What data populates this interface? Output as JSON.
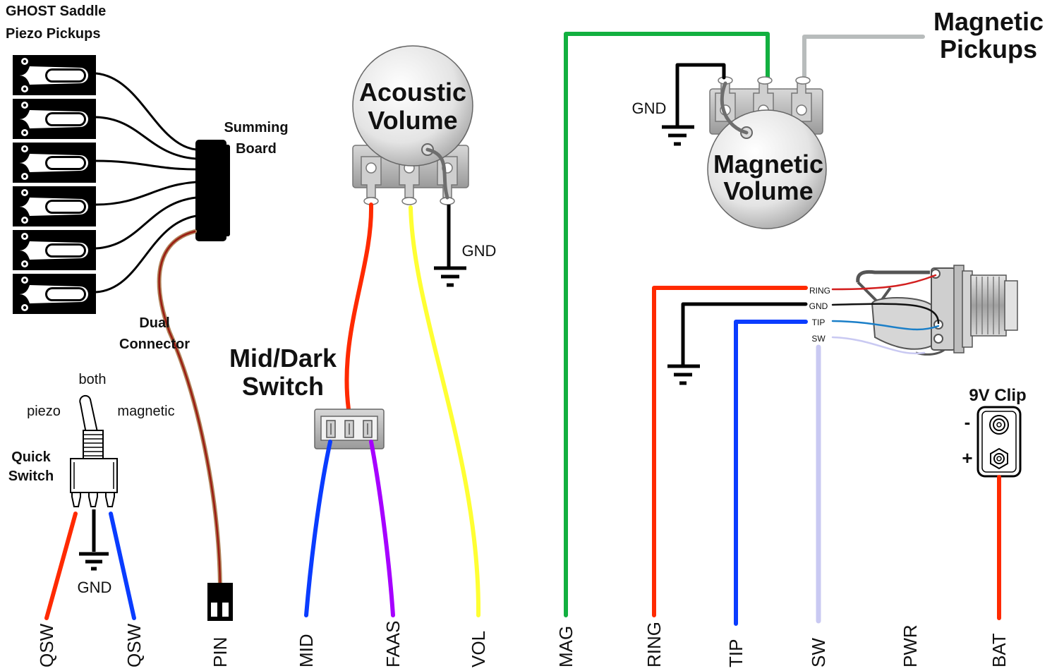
{
  "labels": {
    "piezo_title_1": "GHOST Saddle",
    "piezo_title_2": "Piezo Pickups",
    "summing_1": "Summing",
    "summing_2": "Board",
    "dual_1": "Dual",
    "dual_2": "Connector",
    "acoustic_1": "Acoustic",
    "acoustic_2": "Volume",
    "gnd": "GND",
    "middark_1": "Mid/Dark",
    "middark_2": "Switch",
    "quick_1": "Quick",
    "quick_2": "Switch",
    "both": "both",
    "piezo": "piezo",
    "magnetic": "magnetic",
    "mag_title_1": "Magnetic",
    "mag_title_2": "Pickups",
    "magvol_1": "Magnetic",
    "magvol_2": "Volume",
    "jack_ring": "RING",
    "jack_gnd": "GND",
    "jack_tip": "TIP",
    "jack_sw": "SW",
    "clip_title": "9V Clip",
    "minus": "-",
    "plus": "+"
  },
  "terminals": [
    "QSW",
    "QSW",
    "PIN",
    "MID",
    "FAAS",
    "VOL",
    "MAG",
    "RING",
    "TIP",
    "SW",
    "PWR",
    "BAT"
  ],
  "colors": {
    "red": "#ff2a00",
    "yellow": "#ffff33",
    "green": "#12b040",
    "blue": "#0a3cff",
    "purple": "#a600ff",
    "lavender": "#c9c9f2",
    "gray": "#b8bcbc",
    "brown": "#b0835a",
    "darkred": "#9b1b12",
    "black": "#000000"
  }
}
